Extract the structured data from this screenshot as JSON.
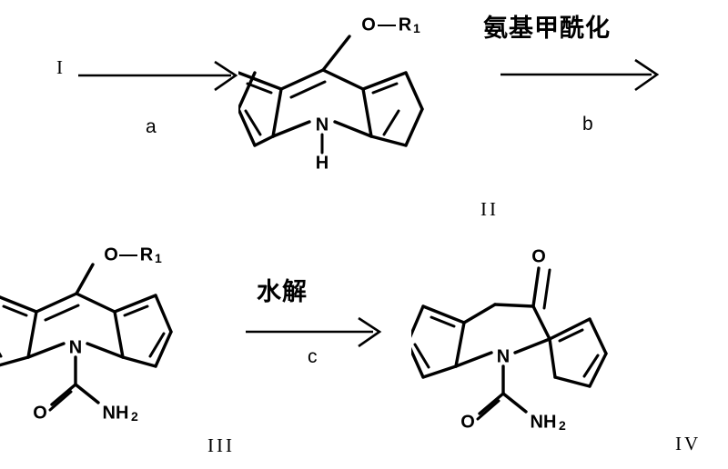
{
  "scheme": {
    "title_visible": false,
    "compounds": [
      {
        "id": "I",
        "label": "I",
        "role": "starting-material",
        "depiction": "text-only"
      },
      {
        "id": "II",
        "label": "II",
        "role": "intermediate",
        "depiction": "structure",
        "atom_labels": {
          "ether_o": "O",
          "ether_dash": "—",
          "r_group": "R",
          "r_subscript": "1",
          "ring_n": "N",
          "nh_hydrogen": "H"
        }
      },
      {
        "id": "III",
        "label": "III",
        "role": "intermediate",
        "depiction": "structure",
        "atom_labels": {
          "ether_o": "O",
          "ether_dash": "—",
          "r_group": "R",
          "r_subscript": "1",
          "ring_n": "N",
          "carbonyl_o": "O",
          "amide_n": "NH",
          "amide_subscript": "2"
        }
      },
      {
        "id": "IV",
        "label": "IV",
        "role": "product",
        "depiction": "structure",
        "atom_labels": {
          "ketone_o": "O",
          "ring_n": "N",
          "carbonyl_o": "O",
          "amide_n": "NH",
          "amide_subscript": "2"
        }
      }
    ],
    "arrows": [
      {
        "id": "arrow-a",
        "above_label": "",
        "below_label": "a",
        "from": "I",
        "to": "II"
      },
      {
        "id": "arrow-b",
        "above_label": "氨基甲酰化",
        "below_label": "b",
        "from": "II",
        "to": "III"
      },
      {
        "id": "arrow-c",
        "above_label": "水解",
        "below_label": "c",
        "from": "III",
        "to": "IV"
      }
    ],
    "colors": {
      "ink": "#000000",
      "background": "#ffffff"
    }
  }
}
